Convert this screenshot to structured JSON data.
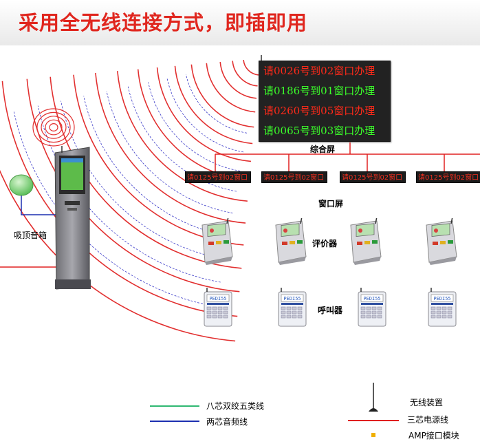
{
  "title": "采用全无线连接方式，即插即用",
  "main_screen": {
    "caption": "综合屏",
    "lines": [
      {
        "text": "请0026号到02窗口办理",
        "color": "#ff2a1a"
      },
      {
        "text": "请0186号到01窗口办理",
        "color": "#3bff2a"
      },
      {
        "text": "请0260号到05窗口办理",
        "color": "#ff2a1a"
      },
      {
        "text": "请0065号到03窗口办理",
        "color": "#3bff2a"
      }
    ]
  },
  "window_screens": {
    "caption": "窗口屏",
    "items": [
      "请0125号到02窗口",
      "请0125号到02窗口",
      "请0125号到02窗口",
      "请0125号到02窗口"
    ]
  },
  "labels": {
    "speaker": "吸顶音箱",
    "evaluator": "评价器",
    "caller": "呼叫器"
  },
  "caller_display": "PEDI55",
  "legend": {
    "cat5": "八芯双绞五类线",
    "audio": "两芯音频线",
    "wireless": "无线装置",
    "power": "三芯电源线",
    "amp": "AMP接口模块"
  },
  "colors": {
    "title": "#e0261e",
    "cat5": "#2fb872",
    "audio": "#1c2fb0",
    "power": "#e02020",
    "amp": "#f0b000",
    "wave_red": "#e23030",
    "wave_blue": "#3a3ac8"
  }
}
